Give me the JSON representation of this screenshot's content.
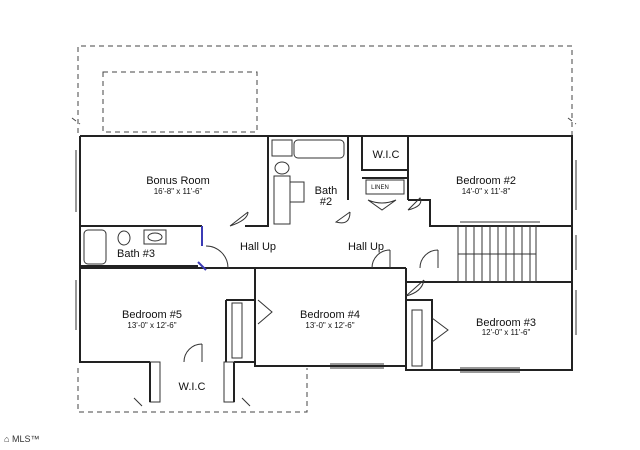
{
  "rooms": {
    "bonus": {
      "name": "Bonus Room",
      "dims": "16'-8\" x 11'-6\""
    },
    "bath2": {
      "name_line1": "Bath",
      "name_line2": "#2"
    },
    "wic_top": {
      "name": "W.I.C"
    },
    "linen": {
      "name": "LINEN"
    },
    "bedroom2": {
      "name": "Bedroom #2",
      "dims": "14'-0\" x 11'-8\""
    },
    "bath3": {
      "name": "Bath #3"
    },
    "hall_left": {
      "name": "Hall Up"
    },
    "hall_right": {
      "name": "Hall Up"
    },
    "bedroom5": {
      "name": "Bedroom #5",
      "dims": "13'-0\" x 12'-6\""
    },
    "bedroom4": {
      "name": "Bedroom #4",
      "dims": "13'-0\" x 12'-6\""
    },
    "bedroom3": {
      "name": "Bedroom #3",
      "dims": "12'-0\" x 11'-6\""
    },
    "wic_bottom": {
      "name": "W.I.C"
    }
  },
  "watermark": {
    "text": "MLS™"
  },
  "colors": {
    "walls": "#222222",
    "accent_wall": "#3b3bb5",
    "background": "#ffffff"
  }
}
